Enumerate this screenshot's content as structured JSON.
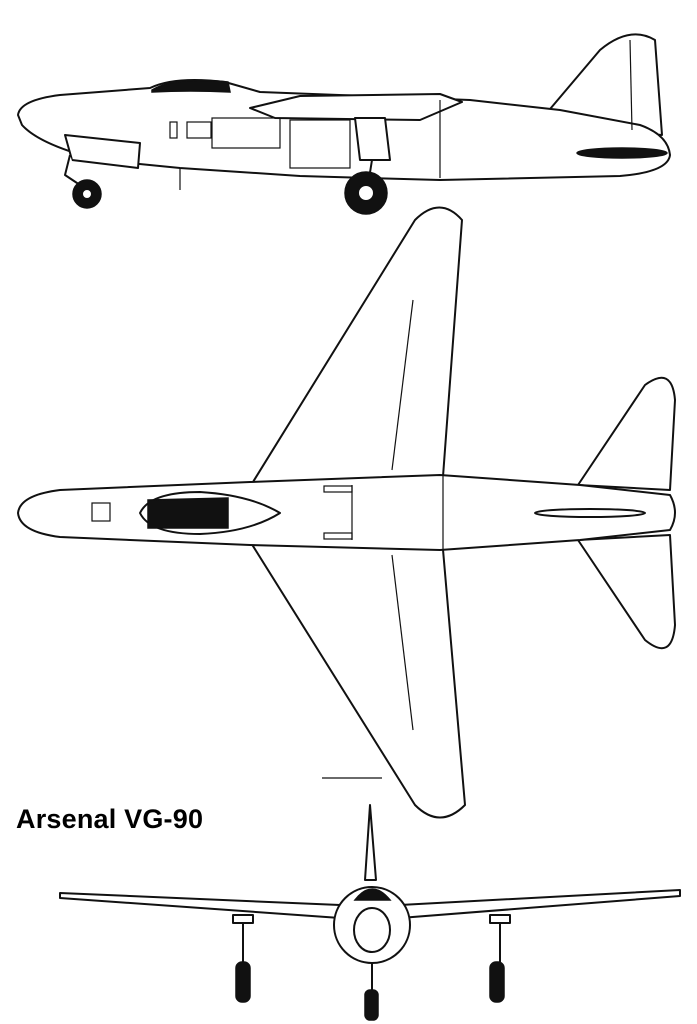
{
  "drawing": {
    "title": "Arsenal VG-90",
    "views": [
      "side",
      "top",
      "front"
    ],
    "line_color": "#111111",
    "background": "#ffffff"
  }
}
